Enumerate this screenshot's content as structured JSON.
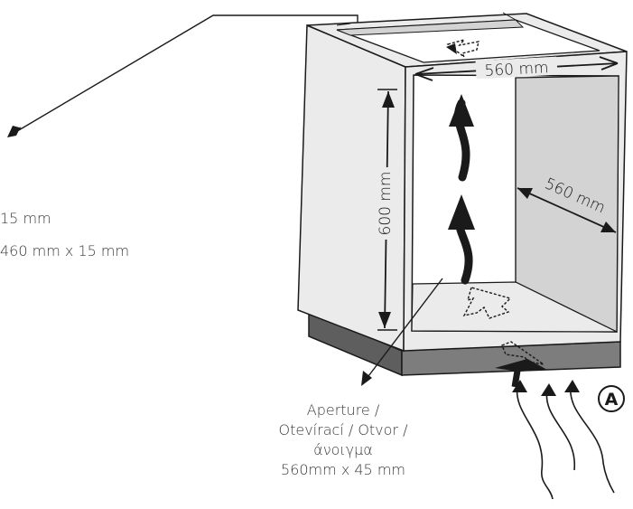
{
  "labels": {
    "dim_width_top": "560 mm",
    "dim_height": "600 mm",
    "dim_depth": "560 mm",
    "left_line_1": "15 mm",
    "left_line_2": "460 mm x 15 mm",
    "airflow_marker": "A",
    "aperture_lines": [
      "Aperture /",
      "Otevírací / Otvor /",
      "άνοιγμα",
      "560mm x 45 mm"
    ]
  },
  "colors": {
    "outline": "#1a1a1a",
    "panel_light": "#ebebeb",
    "panel_inner": "#d3d3d3",
    "opening": "#ffffff",
    "plinth_front": "#7d7d7d",
    "plinth_side": "#5e5e5e",
    "text": "#3a3a3a"
  },
  "icons": {
    "airflow_arrows": "curved-up-arrow",
    "vent_markers": "dashed-arrow-outline"
  }
}
